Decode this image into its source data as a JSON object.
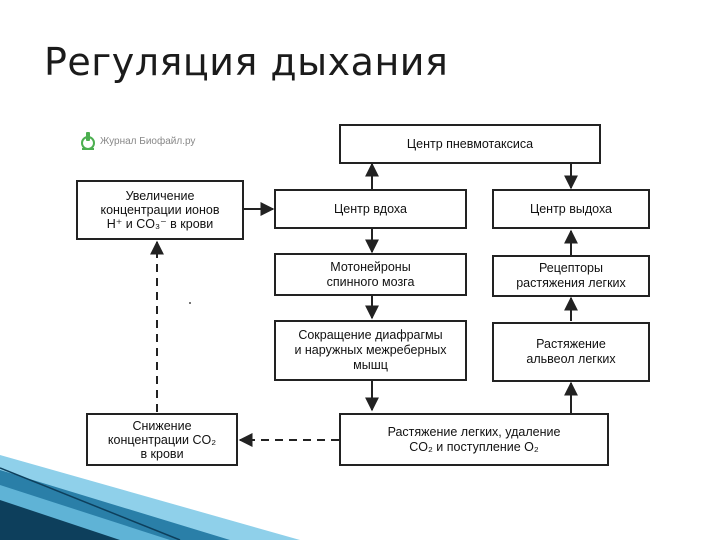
{
  "slide": {
    "title": "Регуляция дыхания"
  },
  "logo": {
    "text": "Журнал Биофайл.ру",
    "icon": "microscope-icon",
    "color": "#4caf50"
  },
  "diagram": {
    "pneumotaxic_center": "Центр пневмотаксиса",
    "increase_concentration": {
      "line1": "Увеличение",
      "line2": "концентрации ионов",
      "line3": "H⁺ и CO₃⁻ в крови"
    },
    "inspiration_center": "Центр вдоха",
    "expiration_center": "Центр выдоха",
    "motor_neurons": {
      "line1": "Мотонейроны",
      "line2": "спинного мозга"
    },
    "stretch_receptors": {
      "line1": "Рецепторы",
      "line2": "растяжения легких"
    },
    "muscle_contraction": {
      "line1": "Сокращение диафрагмы",
      "line2": "и наружных межреберных",
      "line3": "мышц"
    },
    "alveoli_stretch": {
      "line1": "Растяжение",
      "line2": "альвеол легких"
    },
    "decrease_concentration": {
      "line1": "Снижение",
      "line2": "концентрации CO₂",
      "line3": "в крови"
    },
    "lung_stretch": {
      "line1": "Растяжение легких, удаление",
      "line2": "CO₂ и поступление O₂"
    }
  },
  "colors": {
    "line": "#222222",
    "corner_dark": "#0d3f5c",
    "corner_mid": "#2a7fa8",
    "corner_light": "#8fd0ea"
  }
}
